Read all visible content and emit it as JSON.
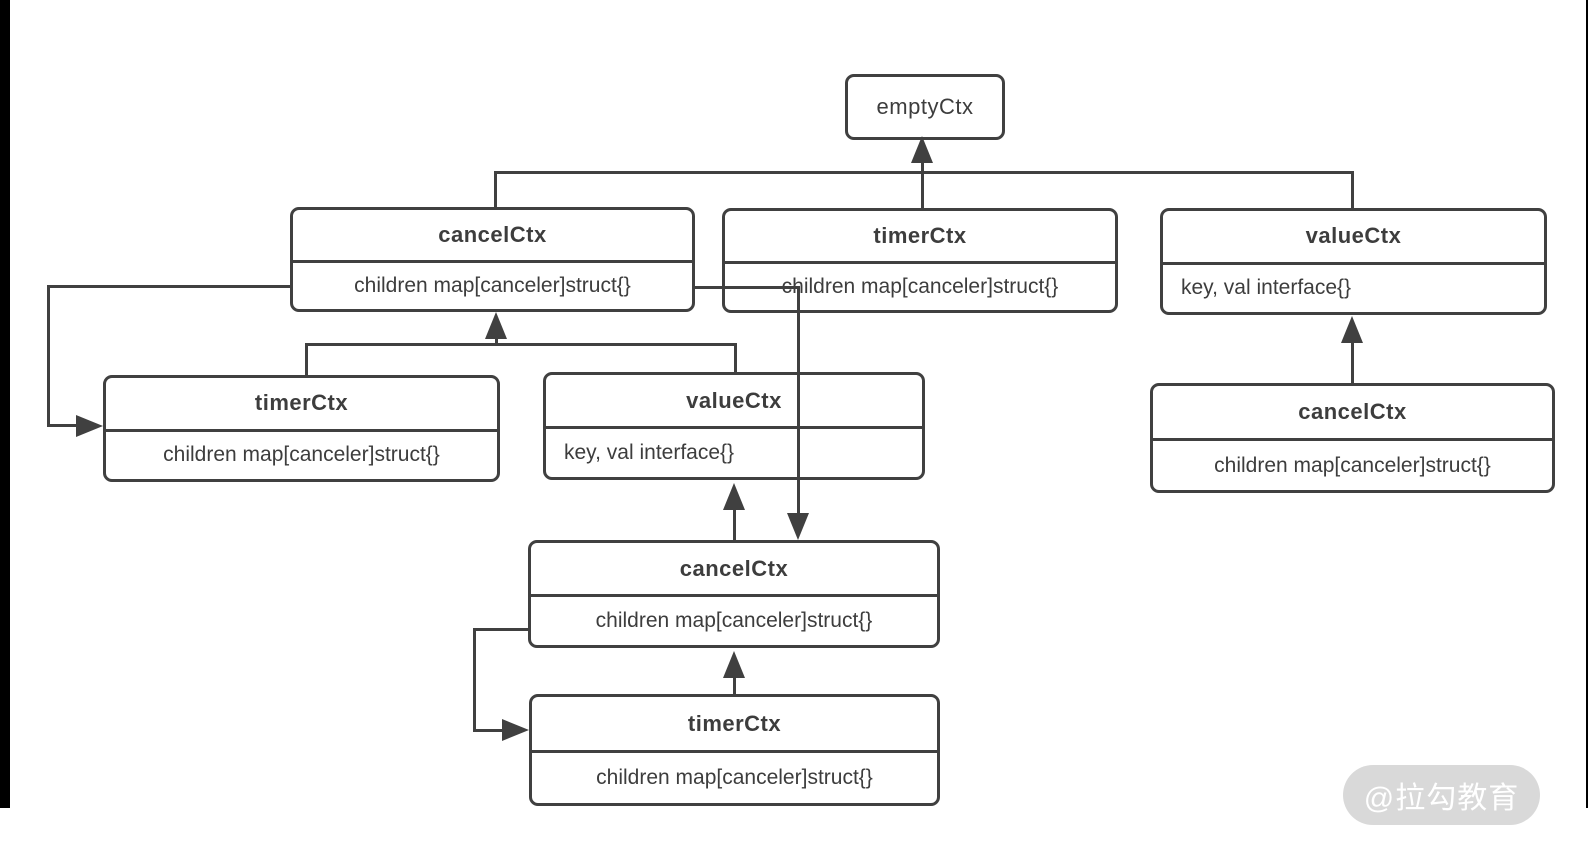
{
  "nodes": {
    "empty": {
      "label": "emptyCtx"
    },
    "cancel_tl": {
      "title": "cancelCtx",
      "body": "children map[canceler]struct{}"
    },
    "timer_tm": {
      "title": "timerCtx",
      "body": "children map[canceler]struct{}"
    },
    "value_tr": {
      "title": "valueCtx",
      "body": "key, val interface{}"
    },
    "timer_l": {
      "title": "timerCtx",
      "body": "children map[canceler]struct{}"
    },
    "value_m": {
      "title": "valueCtx",
      "body": "key, val interface{}"
    },
    "cancel_r": {
      "title": "cancelCtx",
      "body": "children map[canceler]struct{}"
    },
    "cancel_m": {
      "title": "cancelCtx",
      "body": "children map[canceler]struct{}"
    },
    "timer_b": {
      "title": "timerCtx",
      "body": "children map[canceler]struct{}"
    }
  },
  "watermark": {
    "text": "@拉勾教育"
  },
  "colors": {
    "line": "#404040",
    "text": "#3d3d3d",
    "watermark_bg": "#d9d9d9",
    "watermark_text": "#ffffff"
  }
}
